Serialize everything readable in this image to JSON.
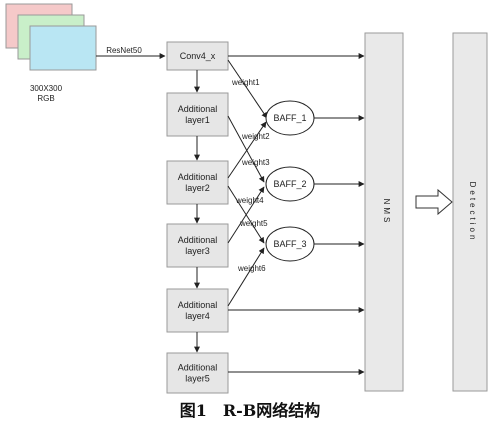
{
  "input": {
    "size_label": "300X300",
    "color_label": "RGB",
    "colors": [
      "#f5c9c9",
      "#c9efc9",
      "#b9e6f3"
    ]
  },
  "backbone": {
    "label": "ResNet50"
  },
  "layers": [
    {
      "lines": [
        "Conv4_x"
      ]
    },
    {
      "lines": [
        "Additional",
        "layer1"
      ]
    },
    {
      "lines": [
        "Additional",
        "layer2"
      ]
    },
    {
      "lines": [
        "Additional",
        "layer3"
      ]
    },
    {
      "lines": [
        "Additional",
        "layer4"
      ]
    },
    {
      "lines": [
        "Additional",
        "layer5"
      ]
    }
  ],
  "weights": [
    "weight1",
    "weight2",
    "weight3",
    "weight4",
    "weight5",
    "weight6"
  ],
  "baff": [
    "BAFF_1",
    "BAFF_2",
    "BAFF_3"
  ],
  "nms": {
    "label": "NMS"
  },
  "detection": {
    "label": "Detection"
  },
  "caption": "图1 R-B网络结构",
  "colors": {
    "box_fill": "#e6e6e6",
    "box_stroke": "#9a9a9a",
    "line": "#222222"
  }
}
